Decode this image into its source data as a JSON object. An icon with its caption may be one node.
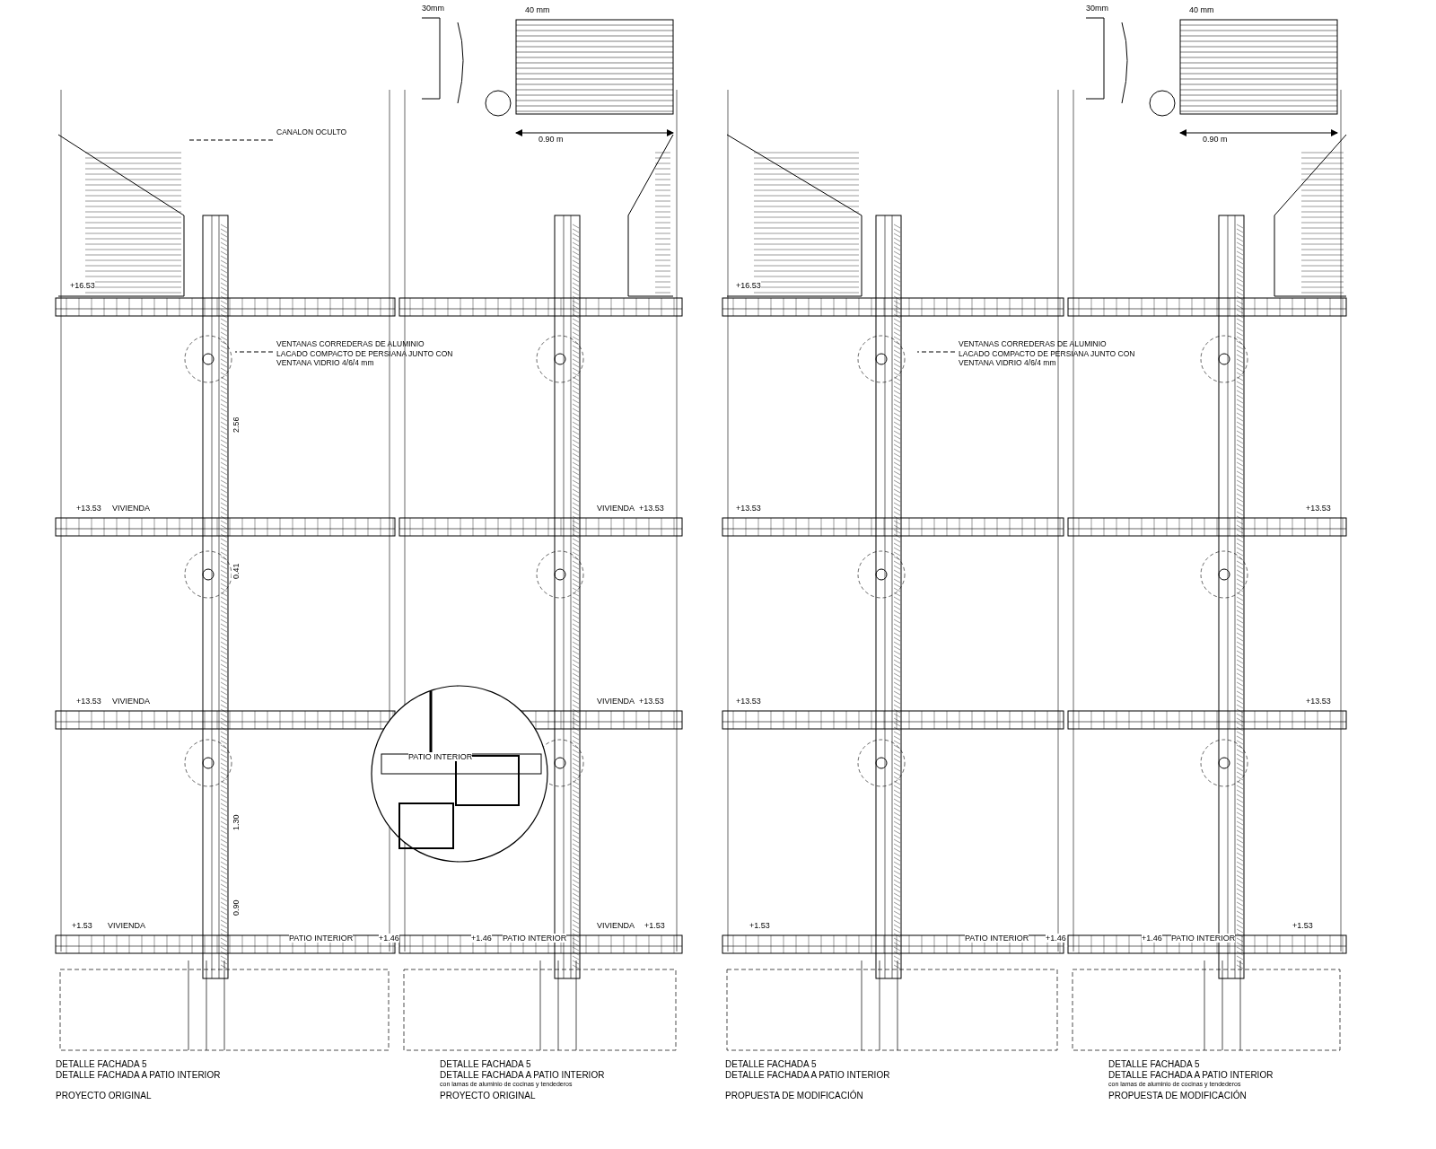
{
  "diagram": {
    "nodes": [
      {
        "text": [
          "VENTANAS CORREDERAS DE ALUMINIO LACADO COMPACTO DE PERSIANA JUNTO CON VENTANA VIDRIO 4/6/4 mm"
        ]
      },
      {
        "text": [
          "VENTANAS CORREDERAS DE ALUMINIO LACADO COMPACTO DE PERSIANA JUNTO CON VENTANA VIDRIO 4/6/4 mm"
        ]
      },
      {
        "text": [
          "CANALON OCULTO"
        ]
      }
    ],
    "edges": [
      {
        "from": 0,
        "to": null,
        "arrow": "none",
        "style": "dashed"
      },
      {
        "from": 1,
        "to": null,
        "arrow": "none",
        "style": "dashed"
      },
      {
        "from": 2,
        "to": null,
        "arrow": "none",
        "style": "dashed"
      }
    ],
    "labels": [
      "30mm",
      "40 mm",
      "0.90 m",
      "30mm",
      "40 mm",
      "0.90 m",
      "+16.53",
      "+16.53",
      "+13.53",
      "VIVIENDA",
      "VIVIENDA",
      "+13.53",
      "+13.53",
      "+13.53",
      "+13.53",
      "VIVIENDA",
      "VIVIENDA",
      "+13.53",
      "+13.53",
      "+13.53",
      "PATIO INTERIOR",
      "+1.53",
      "VIVIENDA",
      "PATIO INTERIOR",
      "+1.46",
      "+1.46",
      "PATIO INTERIOR",
      "VIVIENDA",
      "+1.53",
      "+1.53",
      "PATIO INTERIOR",
      "+1.46",
      "+1.46",
      "PATIO INTERIOR",
      "+1.53",
      "2.56",
      "1.30",
      "0.90",
      "0.41",
      "DETALLE FACHADA 5",
      "DETALLE FACHADA A PATIO INTERIOR",
      "PROYECTO ORIGINAL",
      "DETALLE FACHADA 5",
      "DETALLE FACHADA A PATIO INTERIOR",
      "con lamas de aluminio de cocinas y tendederos",
      "PROYECTO ORIGINAL",
      "DETALLE FACHADA 5",
      "DETALLE FACHADA A PATIO INTERIOR",
      "PROPUESTA DE MODIFICACIÓN",
      "DETALLE FACHADA 5",
      "DETALLE FACHADA A PATIO INTERIOR",
      "con lamas de aluminio de cocinas y tendederos",
      "PROPUESTA DE MODIFICACIÓN"
    ]
  }
}
